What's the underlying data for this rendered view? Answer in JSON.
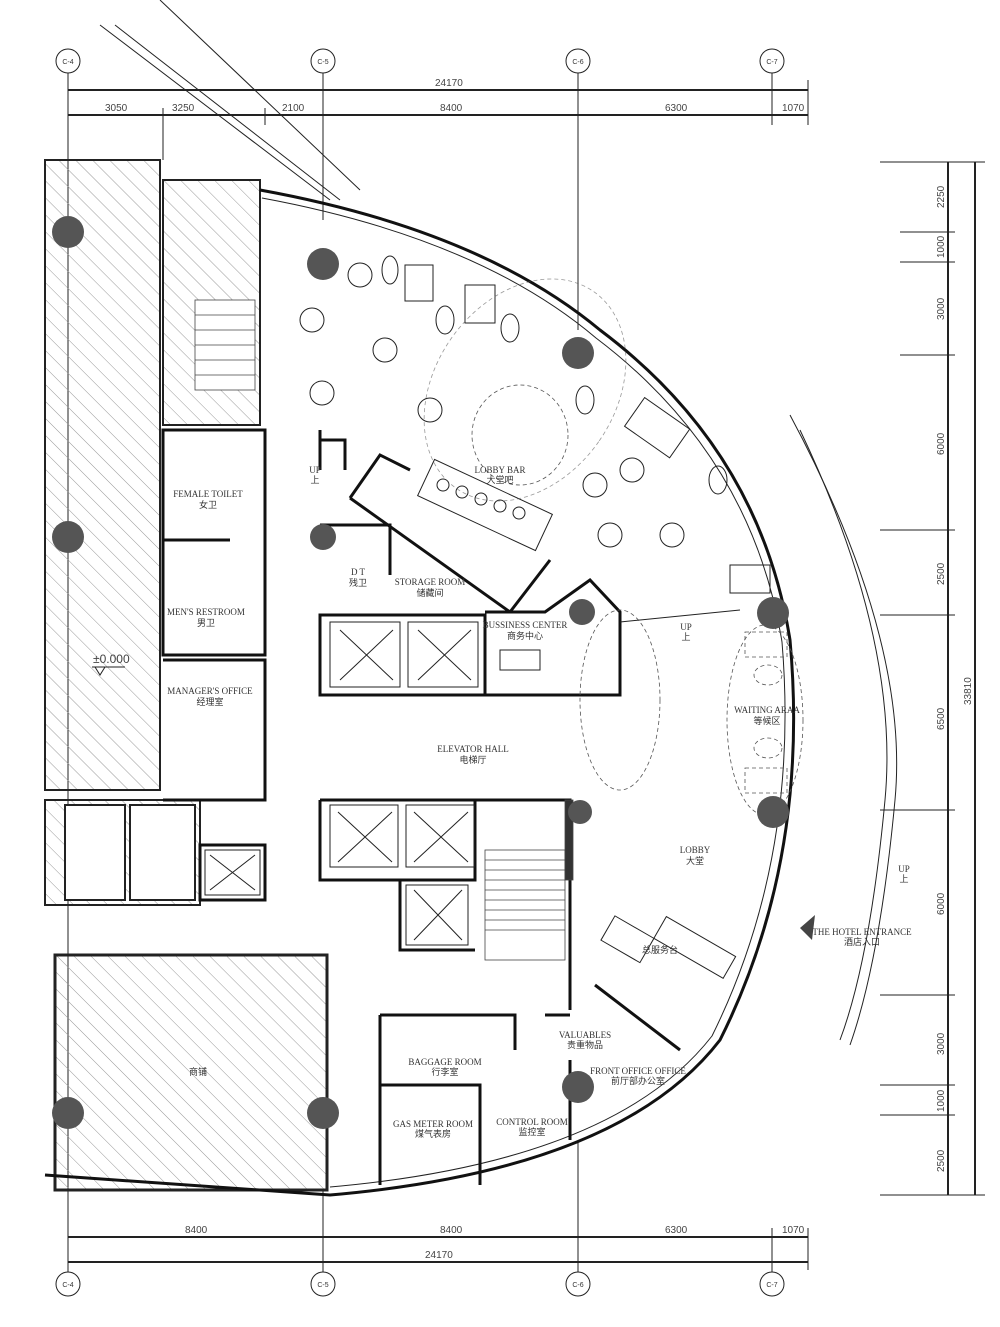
{
  "grid_axes": [
    "C-4",
    "C-5",
    "C-6",
    "C-7"
  ],
  "top_dimensions": {
    "total": "24170",
    "segments": [
      "3050",
      "3250",
      "2100",
      "8400",
      "6300",
      "1070"
    ]
  },
  "bottom_dimensions": {
    "total": "24170",
    "segments": [
      "8400",
      "8400",
      "6300",
      "1070"
    ]
  },
  "right_dimensions": {
    "total": "33810",
    "segments": [
      "2250",
      "1000",
      "3000",
      "6000",
      "2500",
      "6500",
      "6000",
      "3000",
      "1000",
      "2500"
    ]
  },
  "level_mark": "±0.000",
  "rooms": {
    "lobby_bar": {
      "en": "LOBBY BAR",
      "zh": "大堂吧"
    },
    "female_toilet": {
      "en": "FEMALE TOILET",
      "zh": "女卫"
    },
    "mens_restroom": {
      "en": "MEN'S RESTROOM",
      "zh": "男卫"
    },
    "managers_office": {
      "en": "MANAGER'S OFFICE",
      "zh": "经理室"
    },
    "dt": {
      "en": "D T",
      "zh": "残卫"
    },
    "storage_room": {
      "en": "STORAGE ROOM",
      "zh": "储藏间"
    },
    "business_center": {
      "en": "BUSSINESS CENTER",
      "zh": "商务中心"
    },
    "elevator_hall": {
      "en": "ELEVATOR HALL",
      "zh": "电梯厅"
    },
    "waiting_area": {
      "en": "WAITING ARAA",
      "zh": "等候区"
    },
    "lobby": {
      "en": "LOBBY",
      "zh": "大堂"
    },
    "reception": {
      "zh": "总服务台"
    },
    "hotel_entrance": {
      "en": "THE HOTEL ENTRANCE",
      "zh": "酒店入口"
    },
    "valuables": {
      "en": "VALUABLES",
      "zh": "贵重物品"
    },
    "front_office": {
      "en": "FRONT OFFICE OFFICE",
      "zh": "前厅部办公室"
    },
    "baggage_room": {
      "en": "BAGGAGE ROOM",
      "zh": "行李室"
    },
    "gas_meter_room": {
      "en": "GAS METER ROOM",
      "zh": "煤气表房"
    },
    "control_room": {
      "en": "CONTROL ROOM",
      "zh": "监控室"
    },
    "shop": {
      "zh": "商铺"
    }
  },
  "stairs_up": {
    "en": "UP",
    "zh": "上"
  }
}
